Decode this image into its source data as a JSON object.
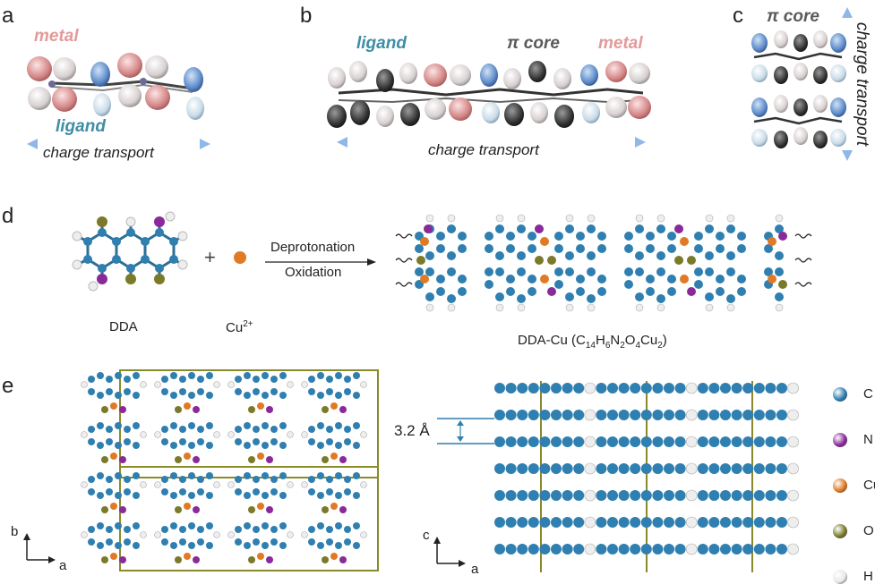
{
  "panels": {
    "a": {
      "letter": "a",
      "metal": "metal",
      "ligand": "ligand",
      "transport": "charge transport"
    },
    "b": {
      "letter": "b",
      "ligand": "ligand",
      "core": "π core",
      "metal": "metal",
      "transport": "charge transport"
    },
    "c": {
      "letter": "c",
      "core": "π core",
      "transport": "charge transport"
    },
    "d": {
      "letter": "d",
      "reactant1": "DDA",
      "plus": "+",
      "reactant2_base": "Cu",
      "reactant2_sup": "2+",
      "arrow_top": "Deprotonation",
      "arrow_bottom": "Oxidation",
      "product_prefix": "DDA-Cu (C",
      "f1": "14",
      "f1b": "H",
      "f2": "6",
      "f2b": "N",
      "f3": "2",
      "f3b": "O",
      "f4": "4",
      "f4b": "Cu",
      "f5": "2",
      "product_suffix": ")"
    },
    "e": {
      "letter": "e",
      "axis_b": "b",
      "axis_a": "a",
      "axis_c": "c",
      "axis_a2": "a",
      "spacing": "3.2 Å"
    }
  },
  "legend": [
    {
      "label": "C",
      "color": "#2f7fb0"
    },
    {
      "label": "N",
      "color": "#8a2a9a"
    },
    {
      "label": "Cu",
      "color": "#e07a25"
    },
    {
      "label": "O",
      "color": "#7a7a2a"
    },
    {
      "label": "H",
      "color": "#e8e8e8"
    }
  ],
  "colors": {
    "carbon": "#2f7fb0",
    "nitrogen": "#8a2a9a",
    "copper": "#e07a25",
    "oxygen": "#7a7a2a",
    "hydrogen": "#eeeeee",
    "cell": "#8a8a2a",
    "arrow_blue": "#8fb8e8",
    "metal_pink": "#e39a9a",
    "ligand_teal": "#3f8ea6"
  }
}
